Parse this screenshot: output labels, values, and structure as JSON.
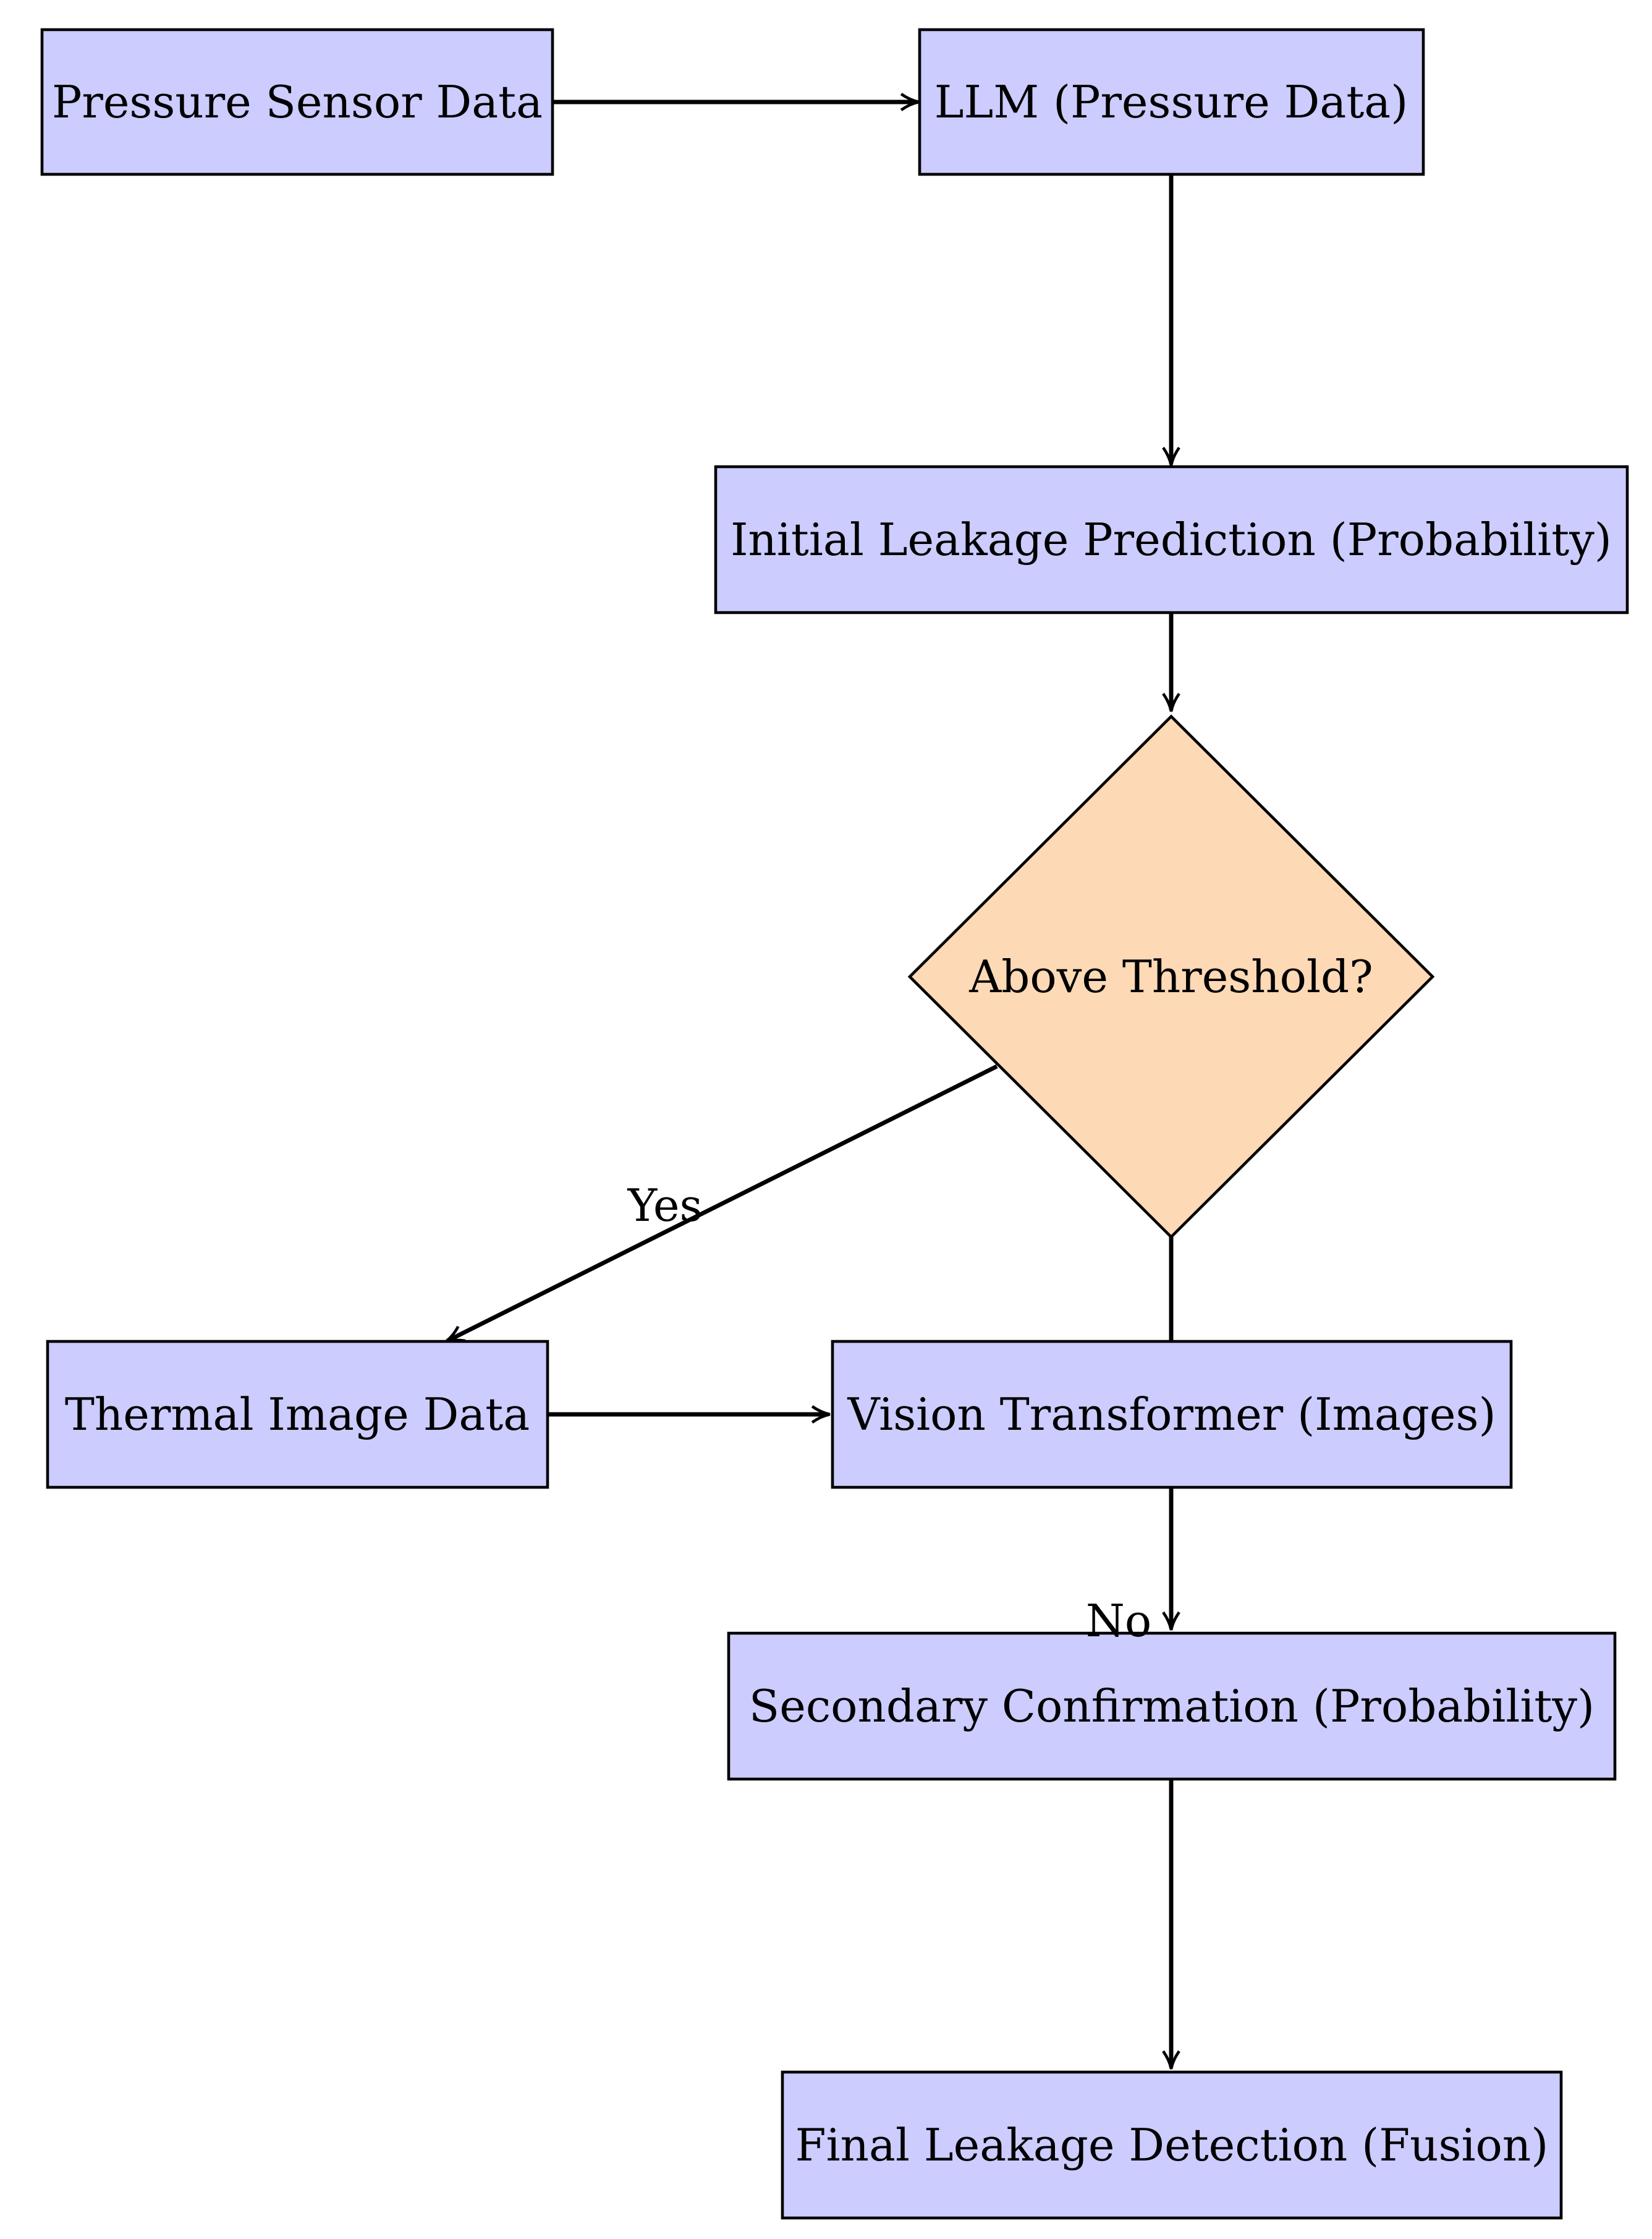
{
  "colors": {
    "process_fill": "#ccccff",
    "decision_fill": "#fdd9b5",
    "stroke": "#000000",
    "background": "#ffffff"
  },
  "nodes": {
    "pressure_sensor_data": {
      "label": "Pressure Sensor Data",
      "shape": "rectangle"
    },
    "llm_pressure_data": {
      "label": "LLM (Pressure Data)",
      "shape": "rectangle"
    },
    "initial_leakage_prediction": {
      "label": "Initial Leakage Prediction (Probability)",
      "shape": "rectangle"
    },
    "above_threshold": {
      "label": "Above Threshold?",
      "shape": "diamond"
    },
    "thermal_image_data": {
      "label": "Thermal Image Data",
      "shape": "rectangle"
    },
    "vision_transformer": {
      "label": "Vision Transformer (Images)",
      "shape": "rectangle"
    },
    "secondary_confirmation": {
      "label": "Secondary Confirmation (Probability)",
      "shape": "rectangle"
    },
    "final_leakage_detection": {
      "label": "Final Leakage Detection (Fusion)",
      "shape": "rectangle"
    }
  },
  "edges": [
    {
      "from": "pressure_sensor_data",
      "to": "llm_pressure_data",
      "label": ""
    },
    {
      "from": "llm_pressure_data",
      "to": "initial_leakage_prediction",
      "label": ""
    },
    {
      "from": "initial_leakage_prediction",
      "to": "above_threshold",
      "label": ""
    },
    {
      "from": "above_threshold",
      "to": "thermal_image_data",
      "label": "Yes"
    },
    {
      "from": "thermal_image_data",
      "to": "vision_transformer",
      "label": ""
    },
    {
      "from": "above_threshold",
      "to": "secondary_confirmation",
      "label": "No"
    },
    {
      "from": "secondary_confirmation",
      "to": "final_leakage_detection",
      "label": ""
    }
  ]
}
